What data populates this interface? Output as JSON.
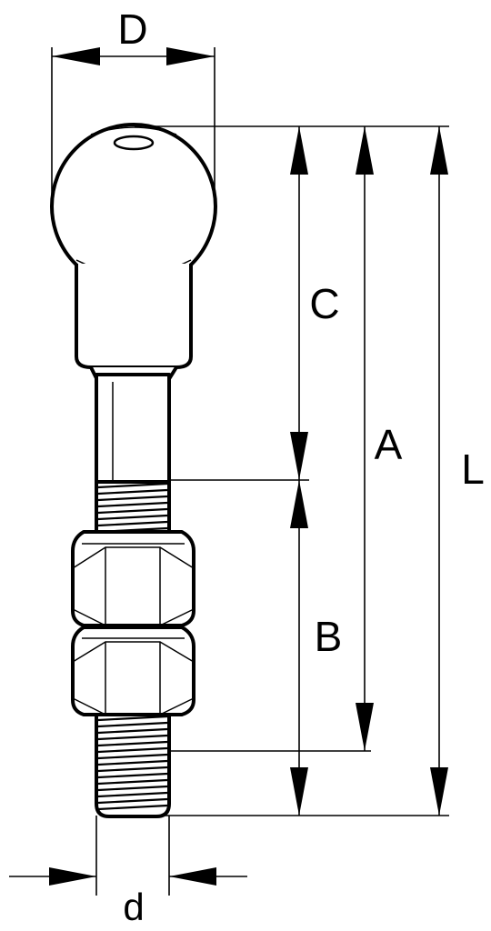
{
  "labels": {
    "D": "D",
    "C": "C",
    "A": "A",
    "L": "L",
    "B": "B",
    "d": "d"
  }
}
